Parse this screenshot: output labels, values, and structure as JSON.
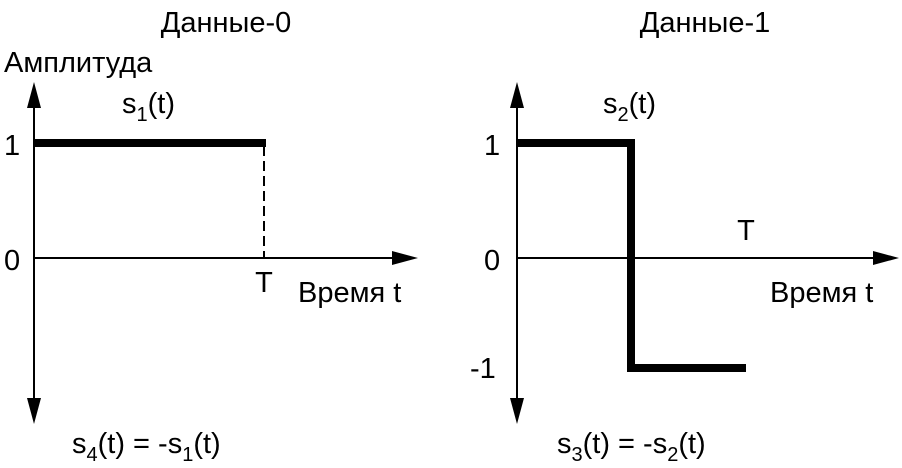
{
  "left_panel": {
    "title": "Данные-0",
    "y_axis_label": "Амплитуда",
    "x_axis_label": "Время t",
    "tick_1": "1",
    "tick_0": "0",
    "tick_T": "T",
    "signal_label": {
      "base": "s",
      "sub": "1",
      "rest": "(t)"
    },
    "formula": {
      "p1": "s",
      "p1_sub": "4",
      "p2": "(t) = -s",
      "p2_sub": "1",
      "p3": "(t)"
    },
    "waveform": {
      "amplitude": 1,
      "duration": "T"
    }
  },
  "right_panel": {
    "title": "Данные-1",
    "x_axis_label": "Время t",
    "tick_1": "1",
    "tick_0": "0",
    "tick_neg1": "-1",
    "tick_T": "T",
    "signal_label": {
      "base": "s",
      "sub": "2",
      "rest": "(t)"
    },
    "formula": {
      "p1": "s",
      "p1_sub": "3",
      "p2": "(t) = -s",
      "p2_sub": "2",
      "p3": "(t)"
    },
    "waveform": {
      "first_half": 1,
      "second_half": -1,
      "duration": "T"
    }
  },
  "colors": {
    "ink": "#000000",
    "background": "#ffffff"
  }
}
